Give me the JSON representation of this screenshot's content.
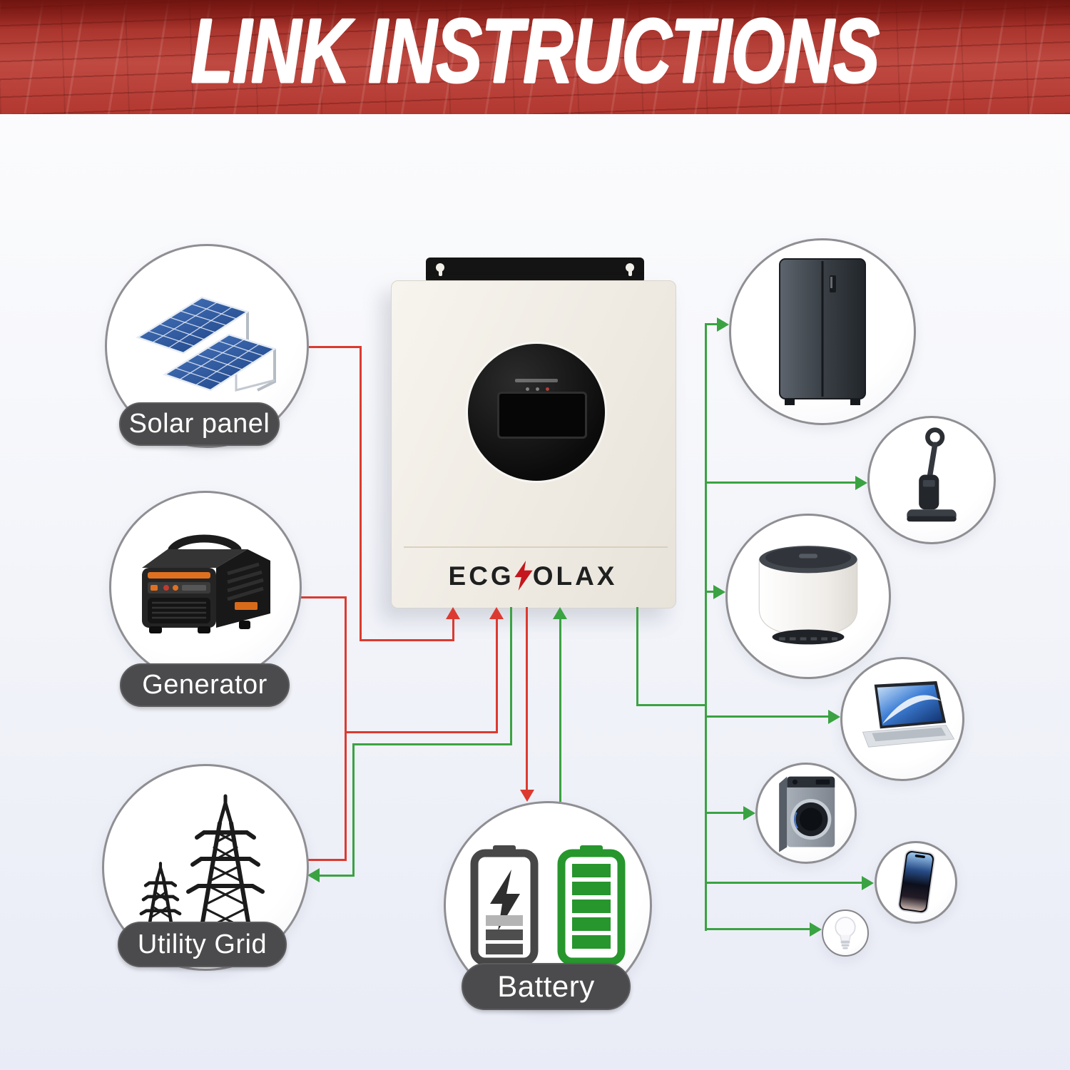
{
  "banner": {
    "title": "LINK INSTRUCTIONS"
  },
  "inverter": {
    "brand_prefix": "ECG",
    "brand_suffix": "OLAX",
    "brand_bolt_icon": "lightning-bolt"
  },
  "sources": {
    "solar": {
      "label": "Solar panel"
    },
    "generator": {
      "label": "Generator"
    },
    "grid": {
      "label": "Utility Grid"
    },
    "battery": {
      "label": "Battery"
    }
  },
  "appliances": [
    "refrigerator",
    "vacuum-cleaner",
    "air-fryer",
    "laptop",
    "washing-machine",
    "smartphone",
    "light-bulb"
  ],
  "colors": {
    "banner_red": "#b23830",
    "line_red": "#dc3a30",
    "line_green": "#3aa342",
    "pill_gray": "#4b4b4d",
    "battery_green": "#27962d",
    "logo_black": "#1f1f1f",
    "bolt_red": "#c4161c"
  },
  "connections": [
    {
      "from": "solar-panel",
      "to": "inverter",
      "color": "red"
    },
    {
      "from": "generator",
      "to": "inverter",
      "color": "red"
    },
    {
      "from": "utility-grid",
      "to": "inverter",
      "color": "red"
    },
    {
      "from": "inverter",
      "to": "utility-grid",
      "color": "green"
    },
    {
      "from": "inverter",
      "to": "battery",
      "color": "red"
    },
    {
      "from": "battery",
      "to": "inverter",
      "color": "green"
    },
    {
      "from": "inverter",
      "to": "appliances",
      "color": "green"
    }
  ]
}
